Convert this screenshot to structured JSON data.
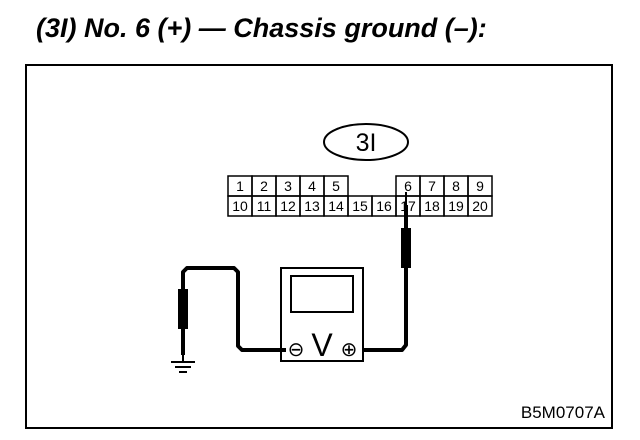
{
  "title": "(3I) No. 6 (+) — Chassis ground (–):",
  "connector": {
    "label": "3I",
    "top_row": [
      "1",
      "2",
      "3",
      "4",
      "5",
      "",
      "",
      "6",
      "7",
      "8",
      "9"
    ],
    "bottom_row": [
      "10",
      "11",
      "12",
      "13",
      "14",
      "15",
      "16",
      "17",
      "18",
      "19",
      "20"
    ]
  },
  "voltmeter": {
    "symbol": "V",
    "negative": "⊖",
    "positive": "⊕"
  },
  "ground_symbol": "ground-icon",
  "figure_code": "B5M0707A"
}
